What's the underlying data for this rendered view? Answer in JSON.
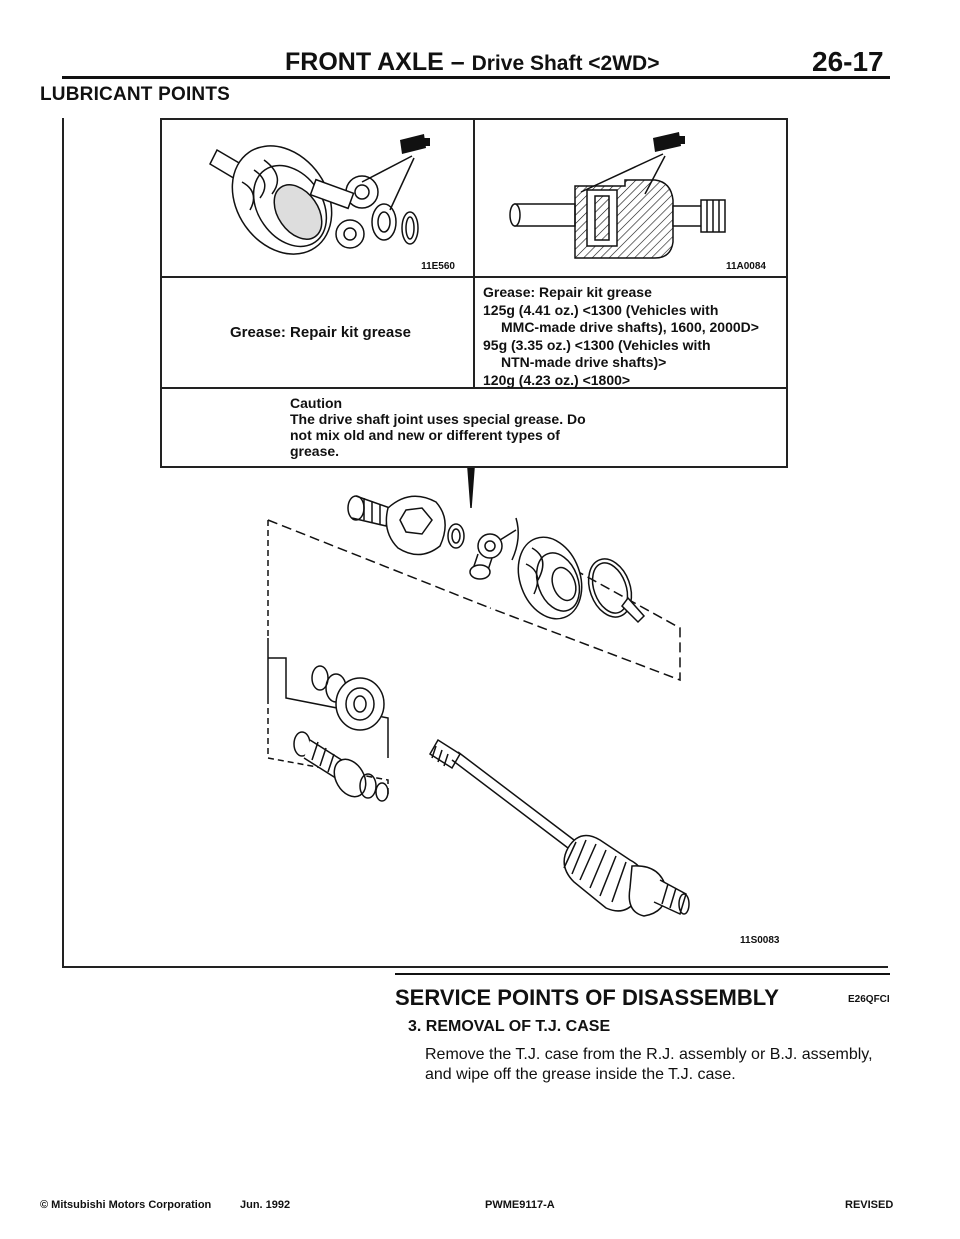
{
  "header": {
    "title": "FRONT AXLE",
    "dash": " – ",
    "subtitle": "Drive Shaft <2WD>",
    "page_number": "26-17"
  },
  "section_label": "LUBRICANT POINTS",
  "lube_table": {
    "left_image_code": "11E560",
    "right_image_code": "11A0084",
    "left_grease": "Grease: Repair kit grease",
    "right_grease_lines": [
      "Grease: Repair kit grease",
      "125g (4.41 oz.) <1300 (Vehicles with",
      "MMC-made drive shafts), 1600, 2000D>",
      "95g (3.35 oz.) <1300 (Vehicles with",
      "NTN-made drive shafts)>",
      "120g (4.23 oz.) <1800>"
    ],
    "caution_title": "Caution",
    "caution_lines": [
      "The drive shaft joint uses special grease.  Do",
      "not  mix  old  and  new  or  different  types  of",
      "grease."
    ]
  },
  "diagram_code": "11S0083",
  "service": {
    "heading": "SERVICE POINTS OF DISASSEMBLY",
    "code": "E26QFCI",
    "step_title": "3.  REMOVAL OF T.J. CASE",
    "step_body": "Remove the T.J. case from the R.J. assembly or B.J. assembly, and wipe off the grease inside the T.J. case."
  },
  "footer": {
    "copyright": "© Mitsubishi Motors Corporation",
    "date": "Jun. 1992",
    "doc_number": "PWME9117-A",
    "status": "REVISED"
  }
}
